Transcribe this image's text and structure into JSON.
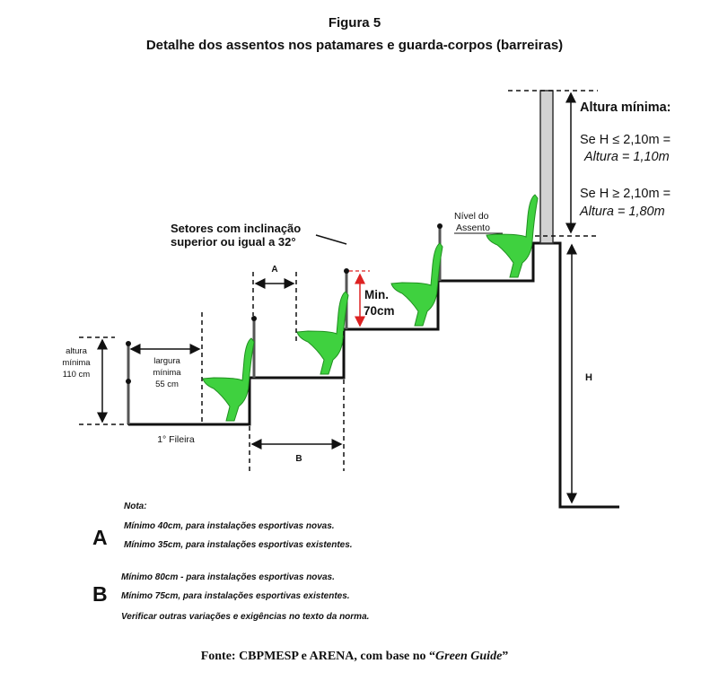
{
  "header": {
    "figure_label": "Figura 5",
    "title": "Detalhe dos assentos nos patamares e guarda-corpos (barreiras)"
  },
  "diagram": {
    "altura_minima_title": "Altura mínima:",
    "rule1_line1": "Se H ≤ 2,10m =",
    "rule1_line2": "Altura = 1,10m",
    "rule2_line1": "Se H ≥ 2,10m =",
    "rule2_line2": "Altura = 1,80m",
    "nivel_line1": "Nível do",
    "nivel_line2": "Assento",
    "setores_line1": "Setores com inclinação",
    "setores_line2": "superior ou igual a 32°",
    "dim_a": "A",
    "dim_b": "B",
    "min_line1": "Min.",
    "min_line2": "70cm",
    "altura_line1": "altura",
    "altura_line2": "mínima",
    "altura_line3": "110 cm",
    "largura_line1": "largura",
    "largura_line2": "mínima",
    "largura_line3": "55 cm",
    "fileira": "1° Fileira",
    "h_label": "H",
    "seat_color": "#3fd13f"
  },
  "notes": {
    "nota": "Nota:",
    "a_letter": "A",
    "a_line1": "Mínimo 40cm, para instalações esportivas novas.",
    "a_line2": "Mínimo 35cm, para instalações esportivas existentes.",
    "b_letter": "B",
    "b_line1": "Mínimo 80cm - para instalações esportivas novas.",
    "b_line2": "Mínimo 75cm, para instalações esportivas existentes.",
    "b_line3": "Verificar outras variações e exigências no texto da norma."
  },
  "footer": {
    "fonte_prefix": "Fonte: CBPMESP e ARENA, com base no “",
    "fonte_italic": "Green Guide",
    "fonte_suffix": "”"
  }
}
